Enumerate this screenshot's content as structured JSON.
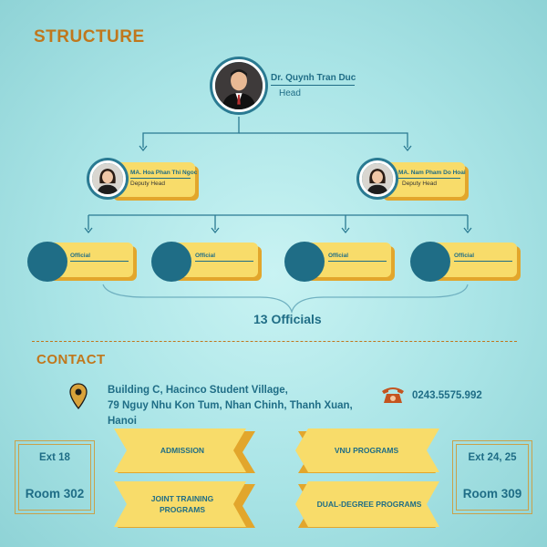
{
  "structure": {
    "title": "STRUCTURE",
    "head": {
      "name": "Dr. Quynh Tran Duc",
      "role": "Head"
    },
    "deputies": [
      {
        "name": "MA. Hoa Phan Thi Ngoc",
        "role": "Deputy Head"
      },
      {
        "name": "MA. Nam Pham Do Hoai",
        "role": "Deputy Head"
      }
    ],
    "officials": [
      {
        "label": "Official"
      },
      {
        "label": "Official"
      },
      {
        "label": "Official"
      },
      {
        "label": "Official"
      }
    ],
    "officials_count": "13 Officials"
  },
  "contact": {
    "title": "CONTACT",
    "address": [
      "Building C, Hacinco Student Village,",
      "79 Nguy Nhu Kon Tum, Nhan Chinh, Thanh Xuan,",
      "Hanoi"
    ],
    "phone": "0243.5575.992",
    "rooms": [
      {
        "ext": "Ext 18",
        "room": "Room 302"
      },
      {
        "ext": "Ext 24, 25",
        "room": "Room 309"
      }
    ],
    "programs": [
      "ADMISSION",
      "VNU PROGRAMS",
      "JOINT TRAINING PROGRAMS",
      "DUAL-DEGREE PROGRAMS"
    ]
  },
  "colors": {
    "accent": "#c0771c",
    "primary": "#1f6d86",
    "card": "#f8dc6a",
    "card_shadow": "#e2a62c"
  },
  "icons": [
    "location-pin-icon",
    "telephone-icon"
  ]
}
